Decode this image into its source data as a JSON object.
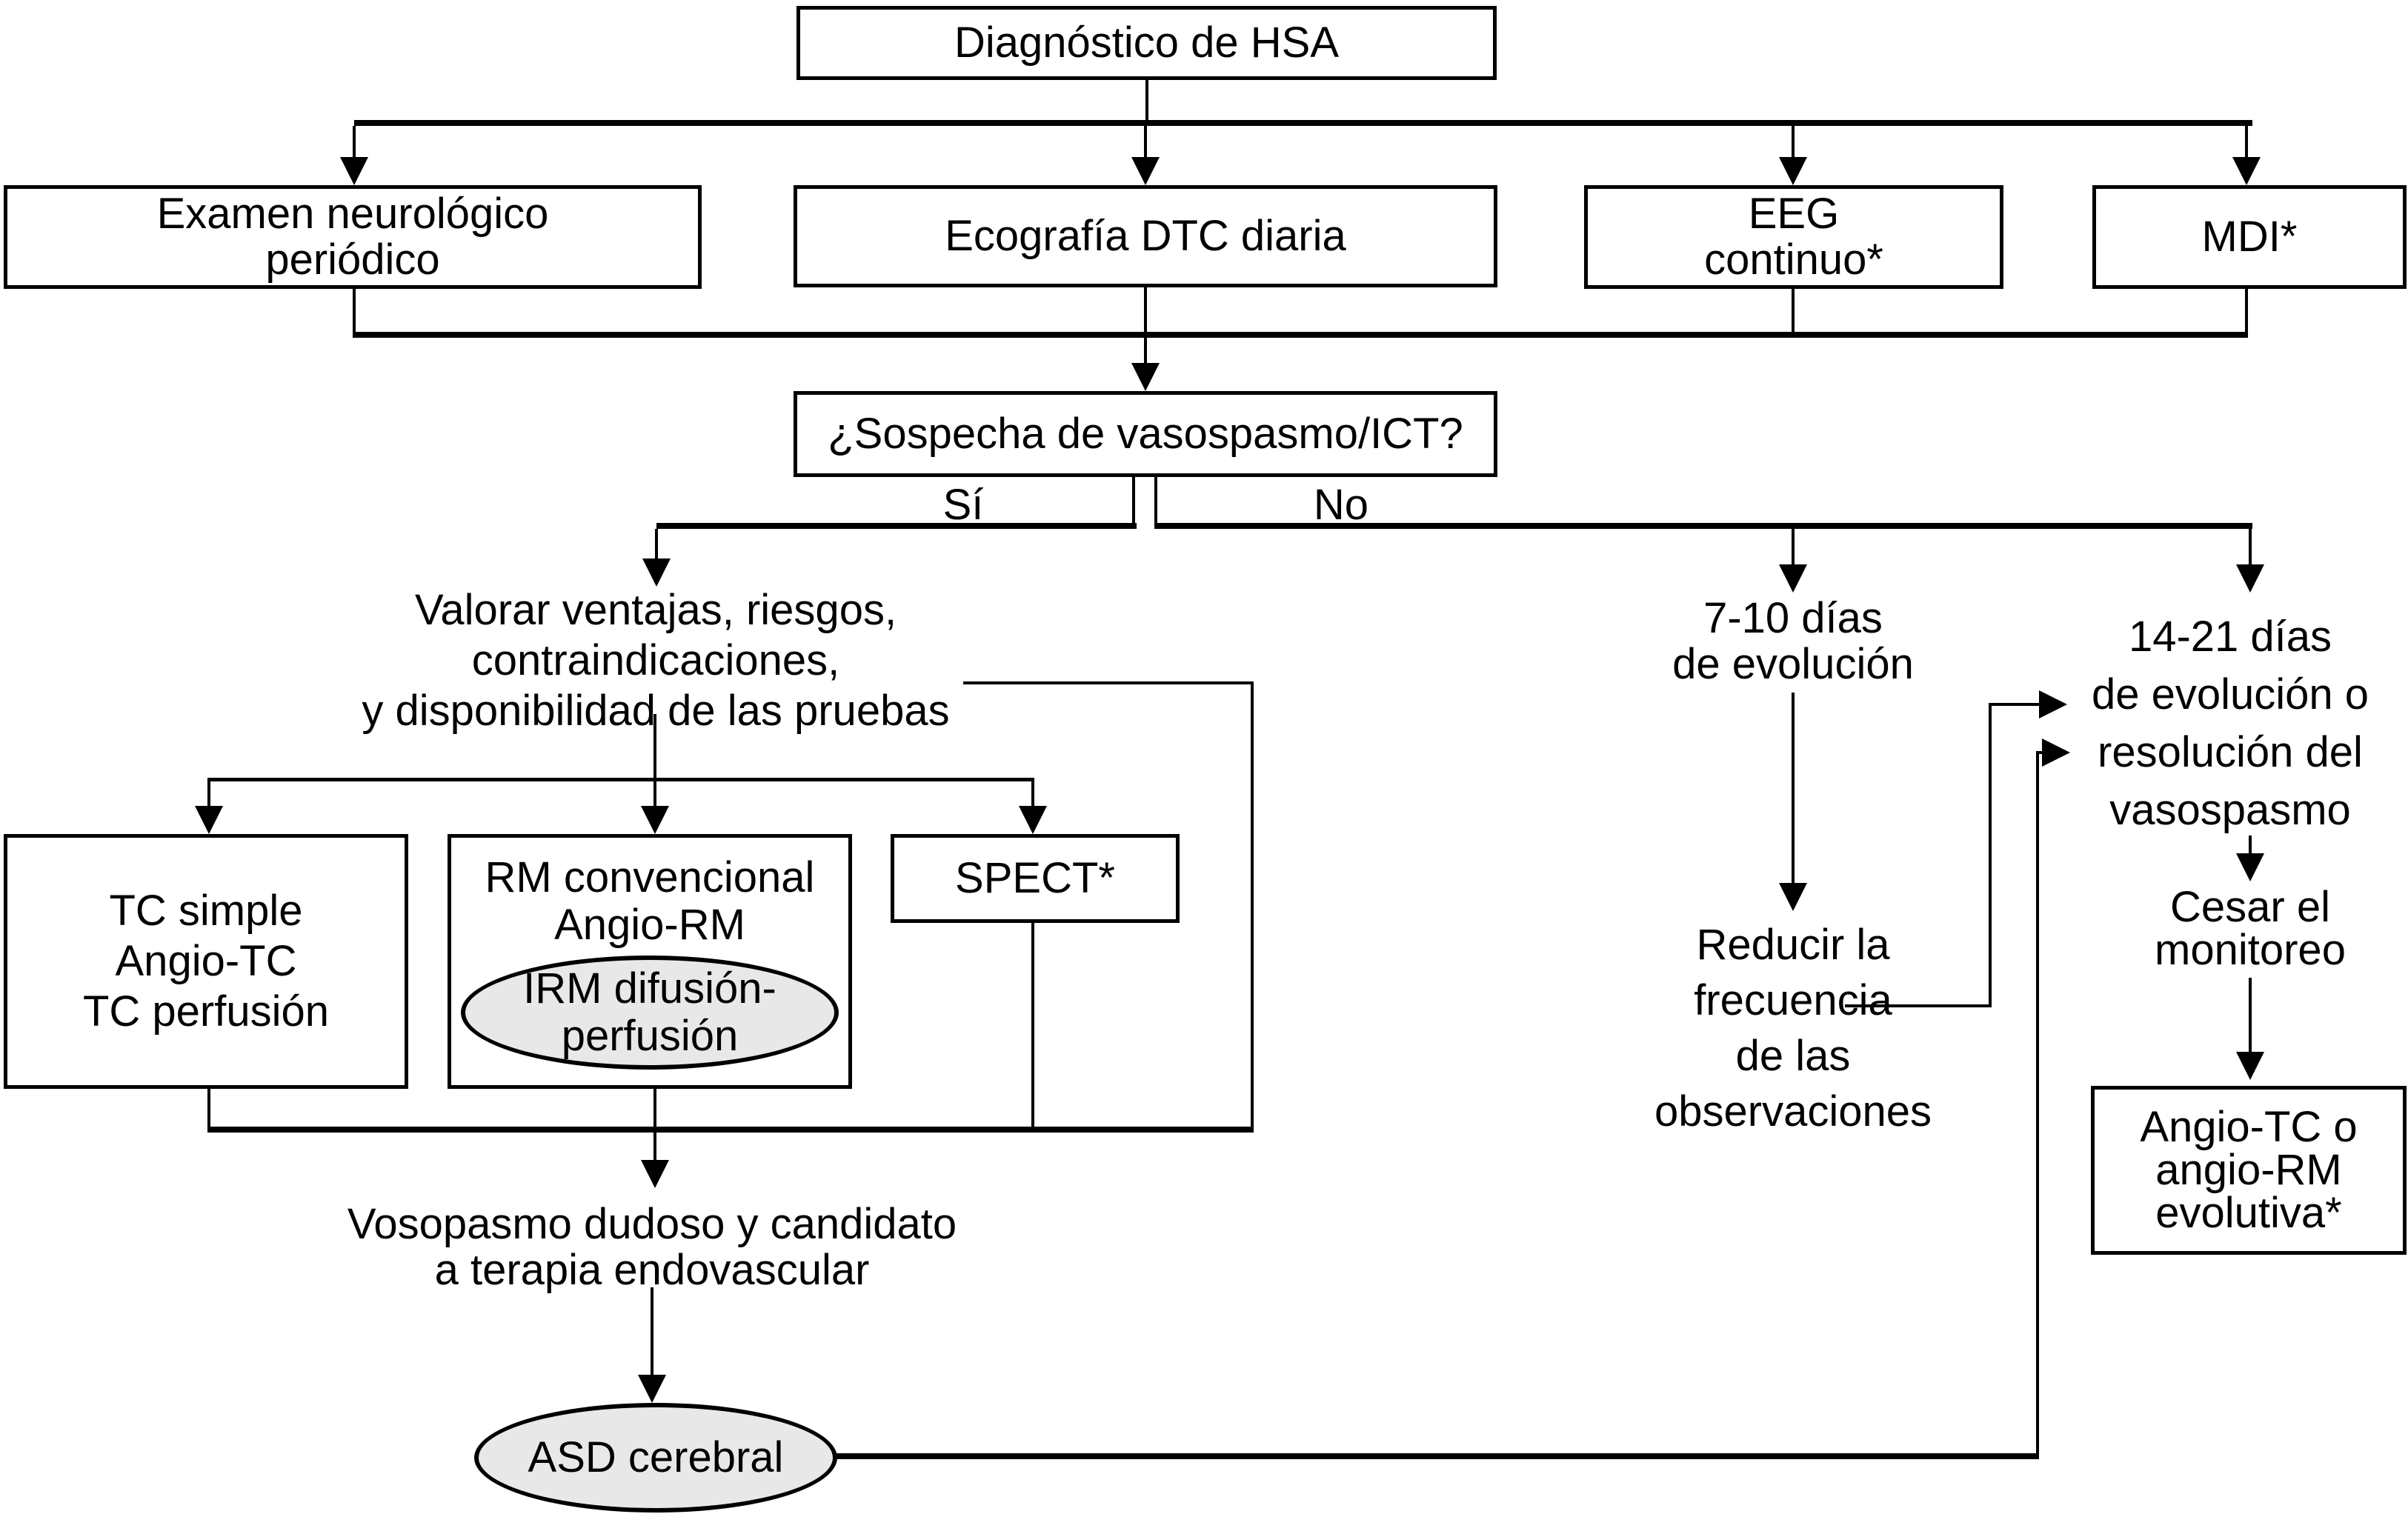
{
  "diagram_title": "Algoritmo de monitoreo de vasospasmo tras HSA",
  "colors": {
    "line": "#000000",
    "box_bg": "#ffffff",
    "ellipse_bg": "#e8e8e8",
    "text": "#000000"
  },
  "nodes": {
    "diagnostico": {
      "text": "Diagnóstico de HSA"
    },
    "examen": {
      "lines": [
        "Examen neurológico",
        "periódico"
      ]
    },
    "ecografia": {
      "text": "Ecografía DTC diaria"
    },
    "eeg": {
      "lines": [
        "EEG",
        "continuo*"
      ]
    },
    "mdi": {
      "text": "MDI*"
    },
    "sospecha": {
      "text": "¿Sospecha de vasospasmo/ICT?"
    },
    "si_label": "Sí",
    "no_label": "No",
    "valorar": {
      "lines": [
        "Valorar ventajas, riesgos,",
        "contraindicaciones,",
        "y disponibilidad de las pruebas"
      ]
    },
    "tc": {
      "lines": [
        "TC simple",
        "Angio-TC",
        "TC perfusión"
      ]
    },
    "rm": {
      "lines": [
        "RM convencional",
        "Angio-RM"
      ]
    },
    "irm": {
      "lines": [
        "IRM difusión-",
        "perfusión"
      ]
    },
    "spect": {
      "text": "SPECT*"
    },
    "vosopasmo": {
      "lines": [
        "Vosopasmo dudoso y candidato",
        "a terapia endovascular"
      ]
    },
    "asd": {
      "text": "ASD cerebral"
    },
    "dias710": {
      "lines": [
        "7-10 días",
        "de evolución"
      ]
    },
    "reducir": {
      "lines": [
        "Reducir la",
        "frecuencia",
        "de las",
        "observaciones"
      ]
    },
    "dias1421": {
      "lines": [
        "14-21 días",
        "de evolución o",
        "resolución del",
        "vasospasmo"
      ]
    },
    "cesar": {
      "lines": [
        "Cesar el",
        "monitoreo"
      ]
    },
    "angio": {
      "lines": [
        "Angio-TC o",
        "angio-RM",
        "evolutiva*"
      ]
    }
  }
}
